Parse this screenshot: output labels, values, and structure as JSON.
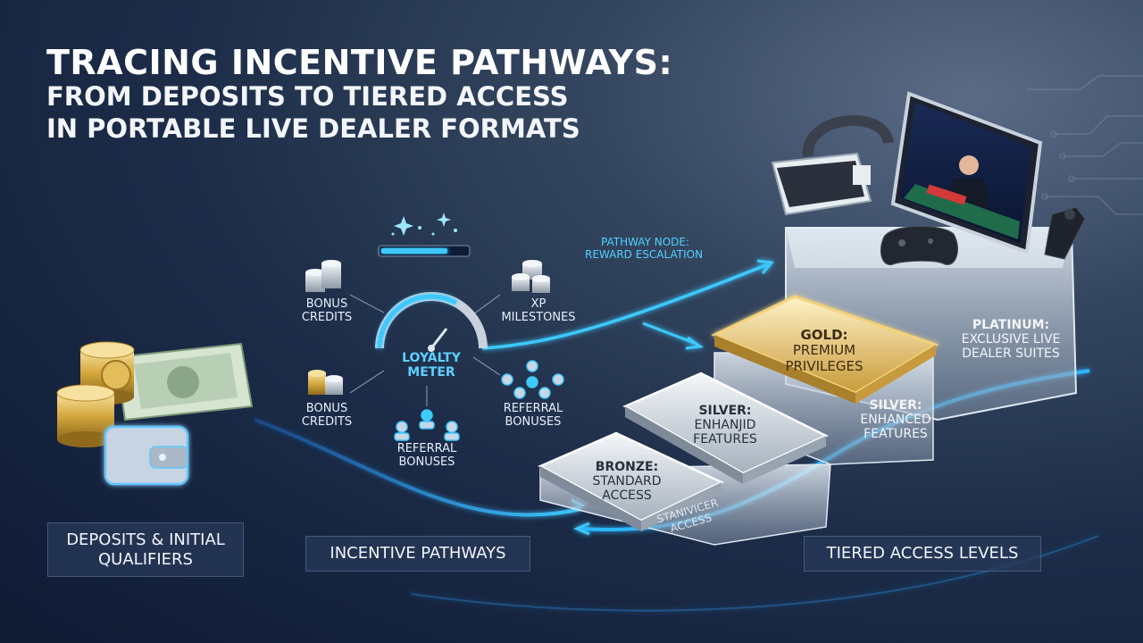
{
  "title": {
    "line1": "TRACING INCENTIVE PATHWAYS:",
    "line2": "FROM DEPOSITS TO TIERED ACCESS",
    "line3": "IN PORTABLE LIVE DEALER FORMATS"
  },
  "incentives": {
    "bonus_credits_top": [
      "BONUS",
      "CREDITS"
    ],
    "bonus_credits_bottom": [
      "BONUS",
      "CREDITS"
    ],
    "xp_milestones": [
      "XP",
      "MILESTONES"
    ],
    "loyalty_meter": [
      "LOYALTY",
      "METER"
    ],
    "referral_bonuses_right": [
      "REFERRAL",
      "BONUSES"
    ],
    "referral_bonuses_bottom": [
      "REFERRAL",
      "BONUSES"
    ],
    "pathway_node": [
      "PATHWAY NODE:",
      "REWARD ESCALATION"
    ]
  },
  "tiers": {
    "gold": [
      "GOLD:",
      "PREMIUM",
      "PRIVILEGES"
    ],
    "silver_platform": [
      "SILVER:",
      "ENHANJID",
      "FEATURES"
    ],
    "bronze": [
      "BRONZE:",
      "STANDARD",
      "ACCESS"
    ],
    "platinum": [
      "PLATINUM:",
      "EXCLUSIVE LIVE",
      "DEALER SUITES"
    ],
    "silver_side": [
      "SILVER:",
      "ENHANCED",
      "FEATURES"
    ],
    "base_side": [
      "STANIVICER",
      "ACCESS"
    ]
  },
  "badges": {
    "deposits": [
      "DEPOSITS & INITIAL",
      "QUALIFIERS"
    ],
    "pathways": "INCENTIVE PATHWAYS",
    "tiers": "TIERED ACCESS LEVELS"
  },
  "icons": [
    "coin-stack-icon",
    "banknote-icon",
    "wallet-icon",
    "gauge-icon",
    "progress-bar-icon",
    "people-network-icon",
    "vr-headset-icon",
    "tablet-icon",
    "gamepad-icon",
    "controller-icon"
  ],
  "colors": {
    "accent_cyan": "#3ec9ff",
    "gold": "#e8c15a",
    "silver": "#c9d2dc",
    "background_deep": "#0f1a33"
  }
}
